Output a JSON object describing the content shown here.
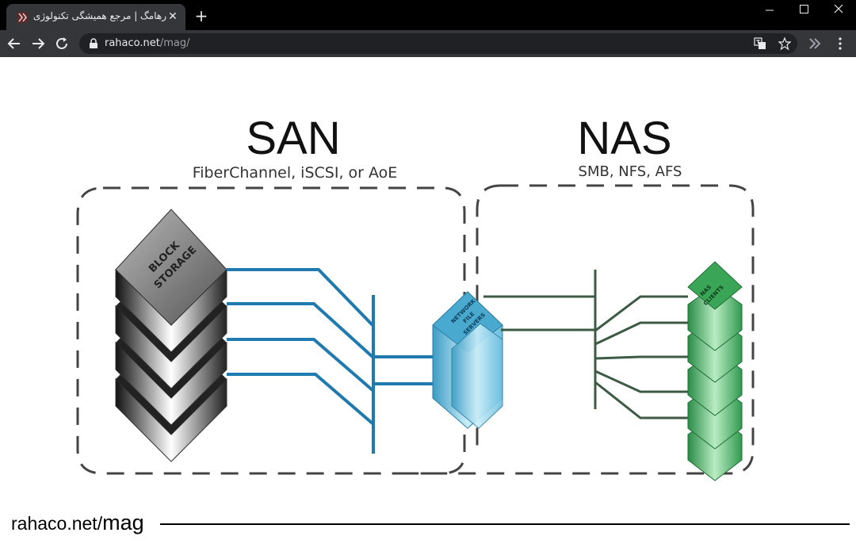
{
  "browser": {
    "tab": {
      "title": "رهامگ | مرجع همیشگی تکنولوژی |",
      "close_glyph": "✕"
    },
    "new_tab_glyph": "+",
    "address": {
      "host": "rahaco.net",
      "path": "/mag/"
    }
  },
  "diagram": {
    "san_title": "SAN",
    "san_subtitle": "FiberChannel, iSCSI, or AoE",
    "nas_title": "NAS",
    "nas_subtitle": "SMB, NFS, AFS",
    "block_label_1": "BLOCK",
    "block_label_2": "STORAGE",
    "server_label_1": "NETWORK",
    "server_label_2": "FILE",
    "server_label_3": "SERVERS",
    "clients_label_1": "NAS",
    "clients_label_2": "CLIENTS",
    "colors": {
      "san_line": "#1f7ab0",
      "nas_line": "#3c5a44",
      "server": "#8fd0e8",
      "clients": "#3aa557"
    }
  },
  "footer": {
    "site": "rahaco.net/",
    "mag": "mag"
  }
}
